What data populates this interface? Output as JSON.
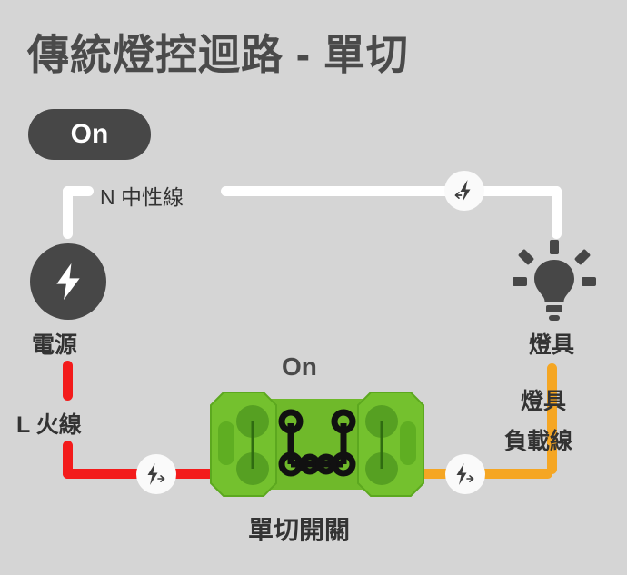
{
  "page": {
    "title": "傳統燈控迴路 - 單切",
    "background_color": "#d5d5d5"
  },
  "state_badge": {
    "label": "On",
    "background_color": "#474747",
    "text_color": "#ffffff"
  },
  "switch": {
    "state_label": "On",
    "name_label": "單切開關",
    "body_color": "#6fb92a",
    "plate_color": "#74c12e",
    "terminal_color": "#56a022",
    "contact_color": "#111111"
  },
  "source": {
    "label": "電源",
    "icon": "bolt-icon",
    "icon_background": "#474747"
  },
  "lamp": {
    "label": "燈具",
    "icon": "lightbulb-icon",
    "icon_color": "#474747"
  },
  "wires": {
    "neutral": {
      "label": "N 中性線",
      "color": "#ffffff",
      "flow_direction": "left"
    },
    "live": {
      "label": "L 火線",
      "color": "#f31b1b",
      "flow_direction": "right"
    },
    "load": {
      "label_line1": "燈具",
      "label_line2": "負載線",
      "color": "#f5a623",
      "flow_direction": "right"
    }
  },
  "flow_badges": {
    "neutral_badge": {
      "icon": "bolt-arrow-left-icon",
      "direction": "left"
    },
    "live_badge": {
      "icon": "bolt-arrow-right-icon",
      "direction": "right"
    },
    "load_badge": {
      "icon": "bolt-arrow-right-icon",
      "direction": "right"
    }
  }
}
